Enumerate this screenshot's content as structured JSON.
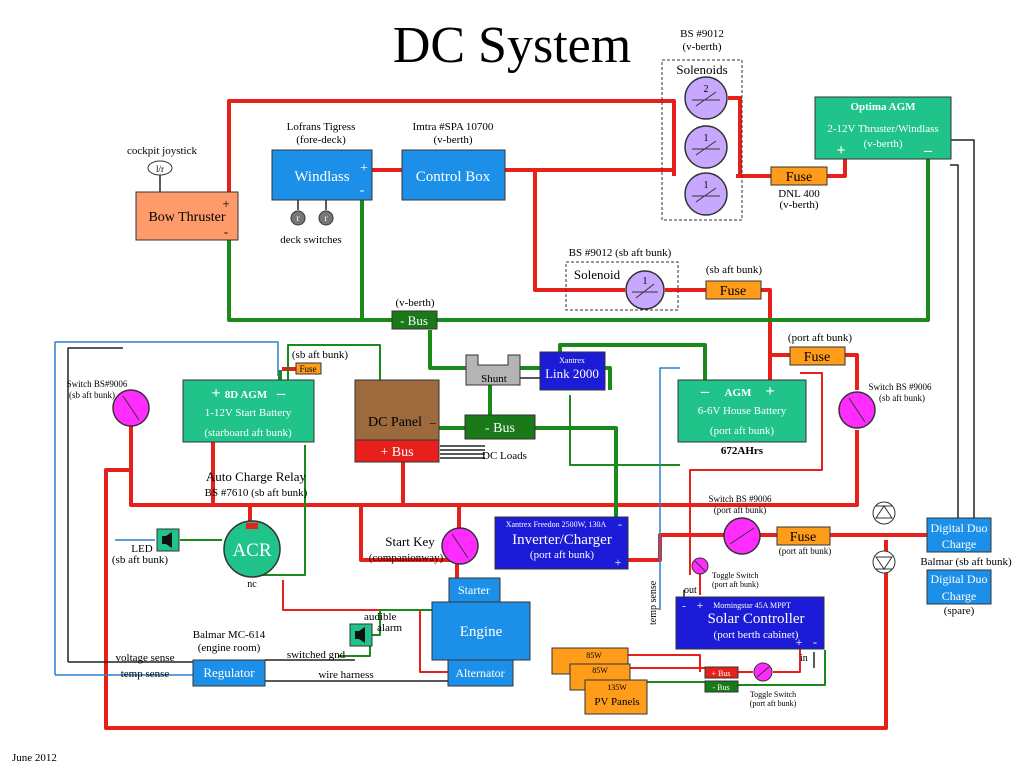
{
  "title": "DC System",
  "footer": "June 2012",
  "colors": {
    "positive": "#e8201c",
    "negative": "#1a8a1a",
    "signal_blue": "#2f7fd0",
    "solenoid": "#c8a8ff",
    "switch": "#ff2cff",
    "fuse": "#ff9d1a",
    "battery": "#20c48a",
    "device_blue": "#1c90e8",
    "device_dark_blue": "#1b1bd8",
    "thruster": "#ff9a6a",
    "panel_brown": "#9c6a3c",
    "shunt_gray": "#b4b4b4"
  },
  "solenoids_top": {
    "note1": "BS #9012",
    "note2": "(v-berth)",
    "label": "Solenoids",
    "s2": "2",
    "s1a": "1",
    "s1b": "1"
  },
  "fuse_top": {
    "label": "Fuse",
    "note1": "DNL 400",
    "note2": "(v-berth)"
  },
  "optima": {
    "title": "Optima AGM",
    "line1": "2-12V Thruster/Windlass",
    "line2": "(v-berth)",
    "pos": "+",
    "neg": "–"
  },
  "windlass": {
    "note1": "Lofrans Tigress",
    "note2": "(fore-deck)",
    "label": "Windlass",
    "pos": "+",
    "neg": "-",
    "deck_switches": "deck switches",
    "r1": "r",
    "r2": "r"
  },
  "control_box": {
    "note1": "Imtra #SPA 10700",
    "note2": "(v-berth)",
    "label": "Control Box"
  },
  "bow_thruster": {
    "label": "Bow Thruster",
    "pos": "+",
    "neg": "-",
    "joystick_label": "cockpit joystick",
    "joystick": "l/r"
  },
  "solenoid_mid": {
    "note": "BS #9012 (sb aft bunk)",
    "label": "Solenoid",
    "num": "1"
  },
  "fuse_sb": {
    "note": "(sb aft bunk)",
    "label": "Fuse"
  },
  "fuse_port": {
    "note": "(port aft bunk)",
    "label": "Fuse"
  },
  "neg_bus_top": {
    "note": "(v-berth)",
    "label": "- Bus"
  },
  "shunt": {
    "label": "Shunt"
  },
  "link2000": {
    "brand": "Xantrex",
    "label": "Link 2000"
  },
  "agm8d": {
    "note": "(sb aft bunk)",
    "fuse": "Fuse",
    "pos": "+",
    "title": "8D AGM",
    "neg": "–",
    "line1": "1-12V Start   Battery",
    "line2": "(starboard aft bunk)"
  },
  "agm_house": {
    "neg": "–",
    "title": "AGM",
    "pos": "+",
    "line1": "6-6V House   Battery",
    "line2": "(port aft bunk)",
    "capacity": "672AHrs"
  },
  "dc_panel": {
    "label": "DC Panel",
    "neg": "–",
    "pos_bus": "+ Bus",
    "loads": "DC Loads"
  },
  "neg_bus_mid": {
    "label": "- Bus"
  },
  "switch_left": {
    "note1": "Switch BS#9006",
    "note2": "(sb aft  bunk)"
  },
  "switch_right": {
    "note1": "Switch  BS #9006",
    "note2": "(sb aft  bunk)"
  },
  "switch_port": {
    "note1": "Switch BS #9006",
    "note2": "(port aft  bunk)"
  },
  "acr": {
    "title": "Auto Charge Relay",
    "note": "BS #7610 (sb aft  bunk)",
    "label": "ACR",
    "nc": "nc"
  },
  "led": {
    "label": "LED",
    "note": "(sb aft bunk)"
  },
  "start_key": {
    "label": "Start Key",
    "note": "(companionway)"
  },
  "inverter": {
    "brand": "Xantrex Freedon 2500W, 130A",
    "label": "Inverter/Charger",
    "note": "(port aft bunk)",
    "neg": "-",
    "pos": "+"
  },
  "fuse_inv": {
    "label": "Fuse",
    "note": "(port aft bunk)"
  },
  "digital_duo_1": {
    "line1": "Digital Duo",
    "line2": "Charge",
    "note": "Balmar (sb aft  bunk)"
  },
  "digital_duo_2": {
    "line1": "Digital Duo",
    "line2": "Charge",
    "note": "(spare)"
  },
  "toggle_top": {
    "line1": "Toggle Switch",
    "line2": "(port aft bunk)"
  },
  "toggle_bottom": {
    "line1": "Toggle Switch",
    "line2": "(port aft bunk)"
  },
  "solar_controller": {
    "brand": "Morningstar 45A MPPT",
    "label": "Solar Controller",
    "note": "(port berth cabinet)",
    "neg": "-",
    "pos": "+",
    "pos2": "+",
    "neg2": "-",
    "out": "out",
    "in": "in",
    "temp_sense": "temp sense"
  },
  "pv": {
    "p1": "85W",
    "p2": "85W",
    "p3": "135W",
    "label": "PV Panels",
    "pos_bus": "+ Bus",
    "neg_bus": "- Bus"
  },
  "starter": {
    "label": "Starter"
  },
  "engine": {
    "label": "Engine"
  },
  "alternator": {
    "label": "Alternator"
  },
  "regulator": {
    "note1": "Balmar MC-614",
    "note2": "(engine room)",
    "label": "Regulator",
    "voltage_sense": "voltage sense",
    "temp_sense": "temp sense",
    "switched_gnd": "switched gnd",
    "wire_harness": "wire harness"
  },
  "alarm": {
    "line1": "audible",
    "line2": "alarm"
  }
}
